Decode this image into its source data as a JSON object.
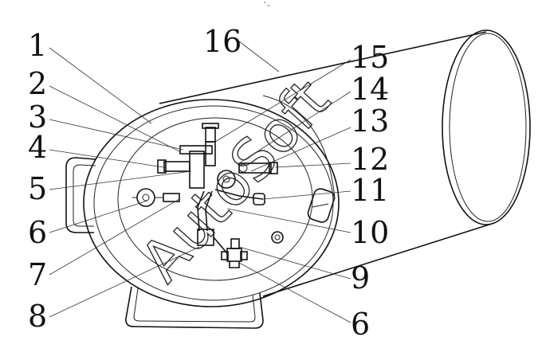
{
  "callouts": [
    "1",
    "2",
    "3",
    "4",
    "5",
    "6",
    "7",
    "8",
    "9",
    "10",
    "11",
    "12",
    "13",
    "14",
    "15",
    "16",
    "6"
  ],
  "watermark": "AutoSoft"
}
